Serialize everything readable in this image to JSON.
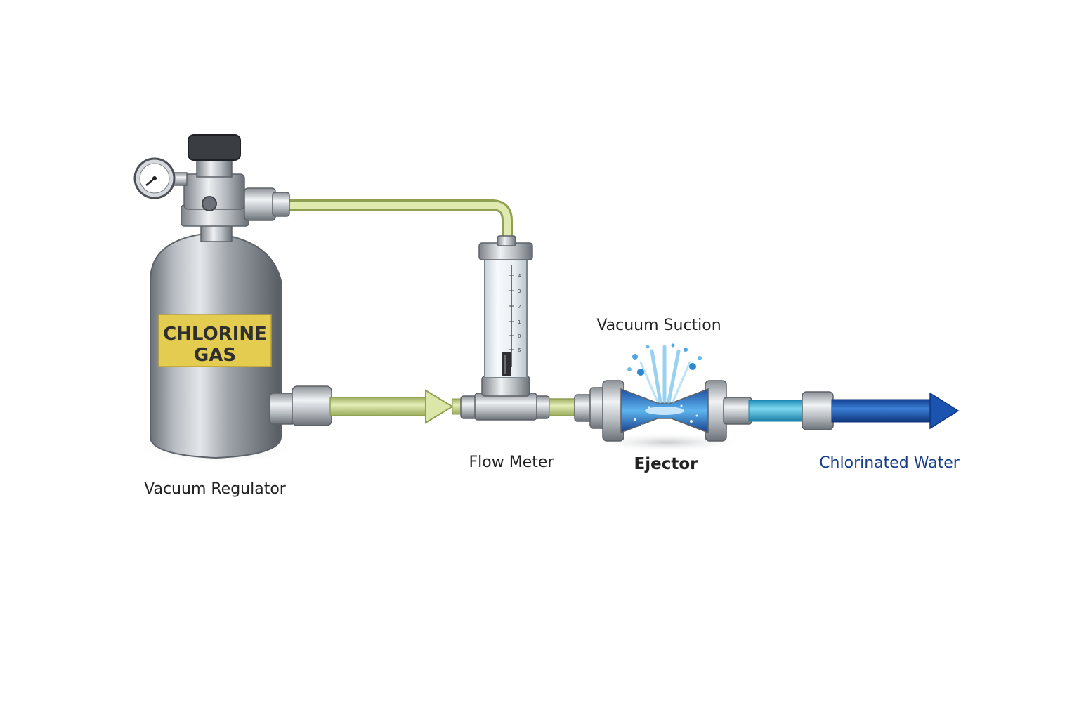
{
  "cylinder": {
    "label_line1": "CHLORINE",
    "label_line2": "GAS"
  },
  "labels": {
    "vacuum_regulator": "Vacuum Regulator",
    "flow_meter": "Flow Meter",
    "vacuum_suction": "Vacuum Suction",
    "ejector": "Ejector",
    "chlorinated_water": "Chlorinated Water"
  },
  "flow_meter": {
    "scale": [
      "4",
      "3",
      "2",
      "1",
      "0",
      "6"
    ]
  },
  "colors": {
    "gas_line": "#c9d98a",
    "water_light": "#38b4dc",
    "water_dark": "#1a54b0",
    "label_blue": "#163f8a",
    "cylinder_label": "#e3cc4f"
  }
}
